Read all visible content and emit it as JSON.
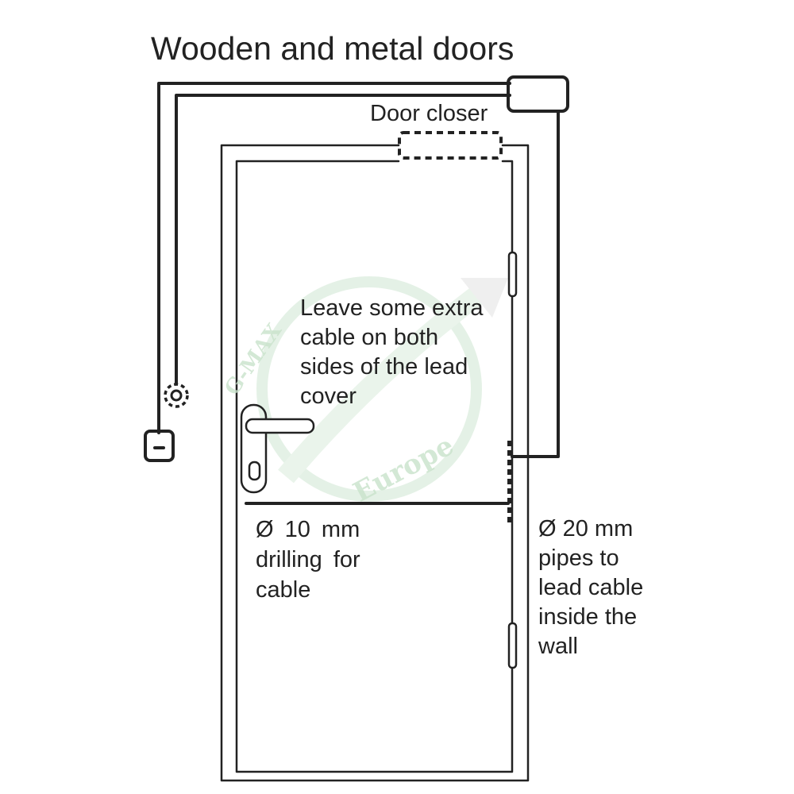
{
  "title": "Wooden and metal doors",
  "labels": {
    "door_closer": "Door closer",
    "note": [
      "Leave some extra",
      "cable on both",
      "sides of the lead",
      "cover"
    ],
    "drilling": [
      "Ø 10 mm",
      "drilling for",
      "cable"
    ],
    "pipes": [
      "Ø 20 mm",
      "pipes to",
      "lead cable",
      "inside the",
      "wall"
    ]
  },
  "watermark": {
    "brand": "G-MAX",
    "region": "Europe"
  },
  "colors": {
    "line": "#222222",
    "watermark": "#c9e3cb"
  }
}
